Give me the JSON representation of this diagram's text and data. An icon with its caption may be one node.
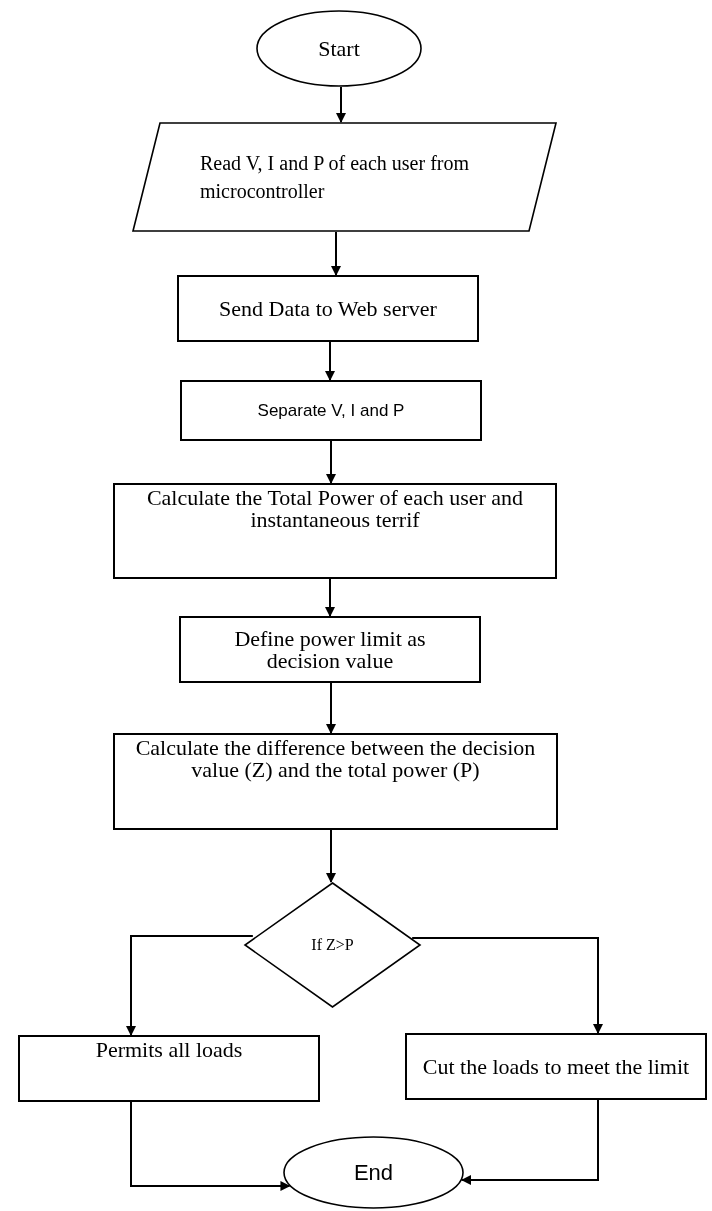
{
  "diagram": {
    "nodes": [
      {
        "text": [
          "Start"
        ]
      },
      {
        "text": [
          "Read V, I and P of each user from microcontroller"
        ]
      },
      {
        "text": [
          "Send Data to Web server"
        ]
      },
      {
        "text": [
          "Separate V, I and P"
        ]
      },
      {
        "text": [
          "Calculate the Total Power of each user and instantaneous terrif"
        ]
      },
      {
        "text": [
          "Define power limit as decision value"
        ]
      },
      {
        "text": [
          "Calculate the difference between the decision value (Z) and the total power (P)"
        ]
      },
      {
        "text": [
          "If Z>P"
        ]
      },
      {
        "text": [
          "Permits all loads"
        ]
      },
      {
        "text": [
          "Cut the loads to meet the limit"
        ]
      },
      {
        "text": [
          "End"
        ]
      }
    ],
    "edges": [
      {
        "from": 0,
        "to": 1,
        "arrow": "to"
      },
      {
        "from": 1,
        "to": 2,
        "arrow": "to"
      },
      {
        "from": 2,
        "to": 3,
        "arrow": "to"
      },
      {
        "from": 3,
        "to": 4,
        "arrow": "to"
      },
      {
        "from": 4,
        "to": 5,
        "arrow": "to"
      },
      {
        "from": 5,
        "to": 6,
        "arrow": "to"
      },
      {
        "from": 6,
        "to": 7,
        "arrow": "to"
      },
      {
        "from": 7,
        "to": 8,
        "arrow": "to"
      },
      {
        "from": 7,
        "to": 9,
        "arrow": "to"
      },
      {
        "from": 8,
        "to": 10,
        "arrow": "to"
      },
      {
        "from": 9,
        "to": 10,
        "arrow": "to"
      }
    ]
  }
}
